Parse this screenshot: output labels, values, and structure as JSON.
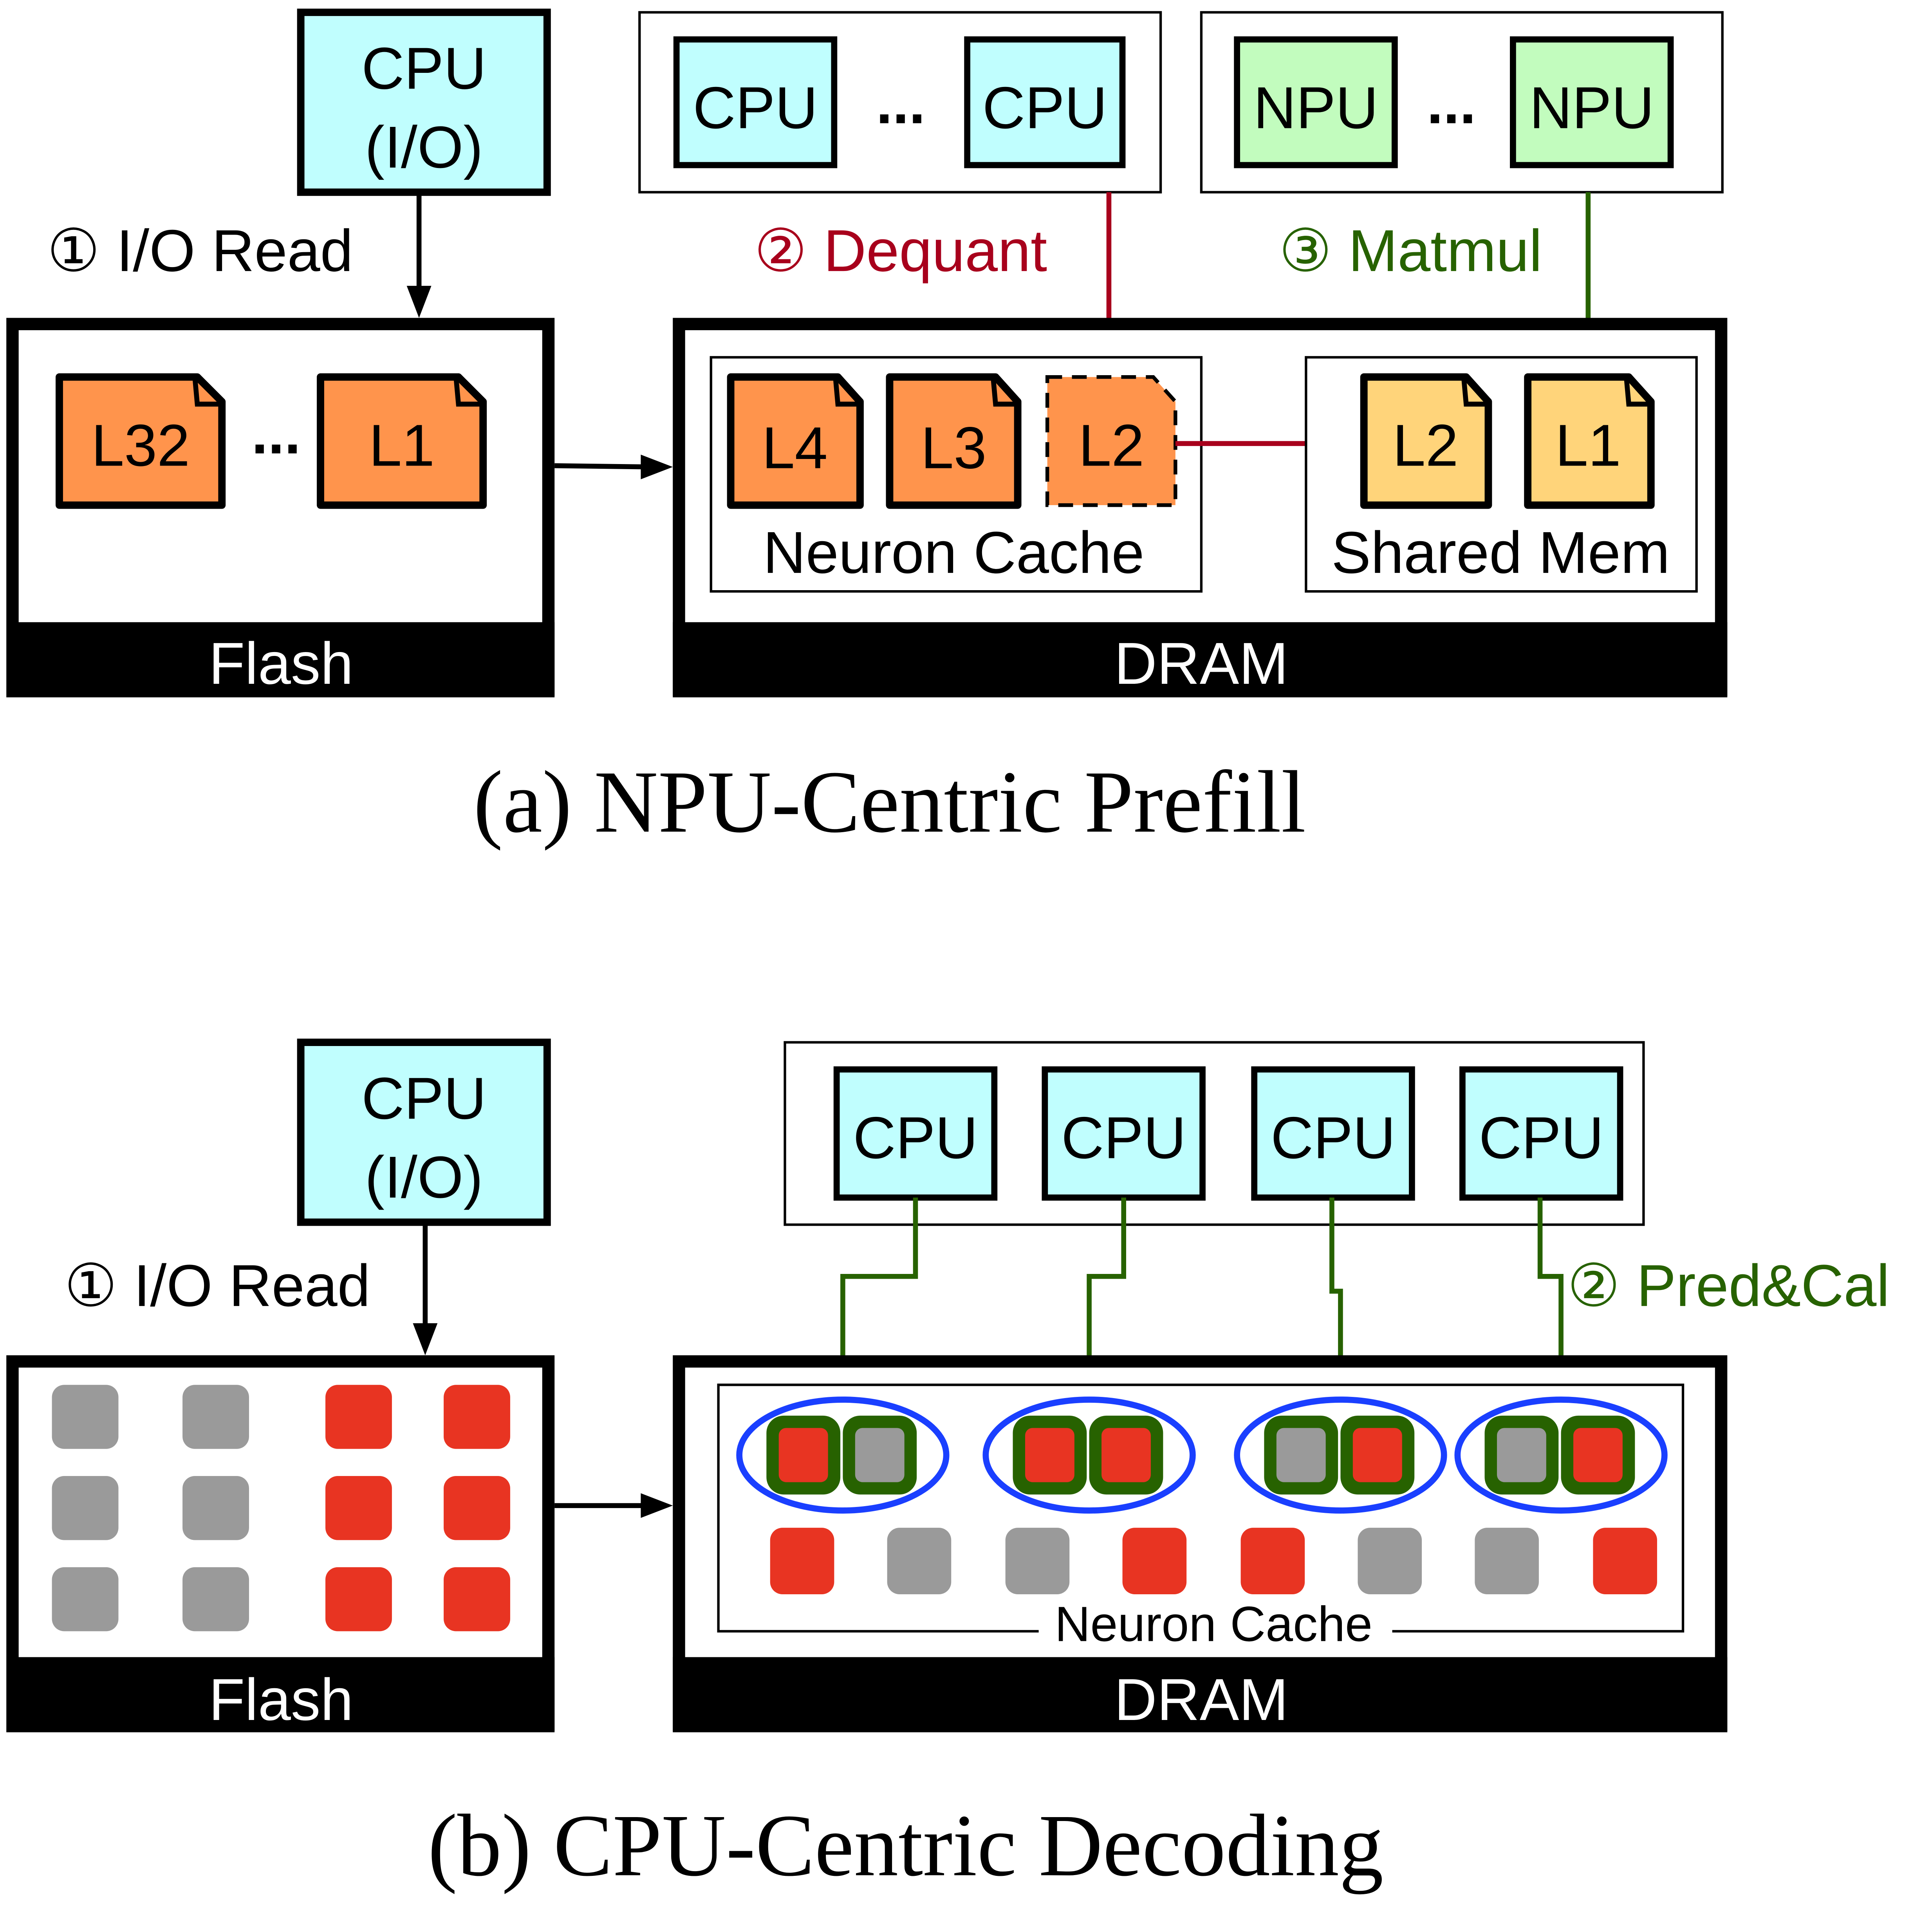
{
  "colors": {
    "cpu_fill": "#c0fefe",
    "npu_fill": "#c2fcbe",
    "layer_fill": "#ff944c",
    "shared_fill": "#ffd47a",
    "dequant": "#a8001c",
    "matmul": "#276200",
    "neuron_red": "#e83422",
    "neuron_gray": "#9a9a9a",
    "group_outline": "#1a3fff"
  },
  "a": {
    "caption": "(a) NPU-Centric Prefill",
    "io_cpu": {
      "line1": "CPU",
      "line2": "(I/O)"
    },
    "io_read": "① I/O Read",
    "cpu_cluster": [
      "CPU",
      "CPU"
    ],
    "npu_cluster": [
      "NPU",
      "NPU"
    ],
    "ellipsis": "...",
    "dequant": "② Dequant",
    "matmul": "③ Matmul",
    "flash_label": "Flash",
    "flash_layers": [
      "L32",
      "L1"
    ],
    "dram_label": "DRAM",
    "neuron_cache_label": "Neuron Cache",
    "neuron_cache_layers": [
      "L4",
      "L3",
      "L2"
    ],
    "shared_mem_label": "Shared Mem",
    "shared_mem_layers": [
      "L2",
      "L1"
    ]
  },
  "b": {
    "caption": "(b) CPU-Centric Decoding",
    "io_cpu": {
      "line1": "CPU",
      "line2": "(I/O)"
    },
    "io_read": "① I/O Read",
    "cpus": [
      "CPU",
      "CPU",
      "CPU",
      "CPU"
    ],
    "pred_cal": "② Pred&Cal",
    "flash_label": "Flash",
    "dram_label": "DRAM",
    "neuron_cache_label": "Neuron Cache",
    "flash_grid": [
      [
        "gray",
        "gray",
        "red",
        "red"
      ],
      [
        "gray",
        "gray",
        "red",
        "red"
      ],
      [
        "gray",
        "gray",
        "red",
        "red"
      ]
    ],
    "selected_pairs": [
      [
        "red",
        "gray"
      ],
      [
        "red",
        "red"
      ],
      [
        "gray",
        "red"
      ],
      [
        "gray",
        "red"
      ]
    ],
    "cache_row": [
      "red",
      "gray",
      "gray",
      "red",
      "red",
      "gray",
      "gray",
      "red"
    ]
  }
}
